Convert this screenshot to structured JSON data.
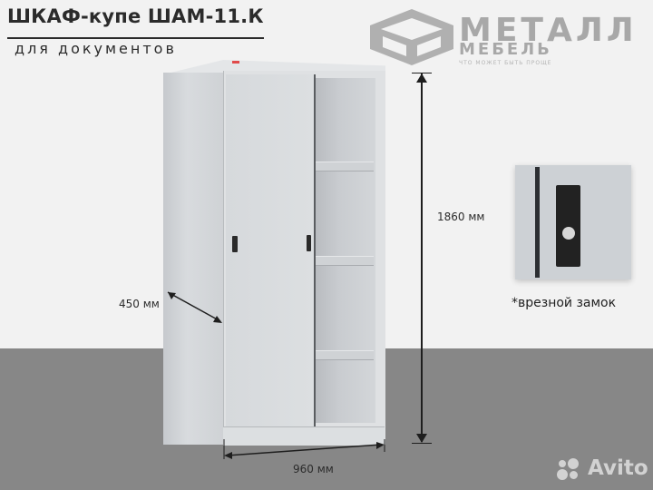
{
  "header": {
    "title": "ШКАФ-купе ШАМ-11.К",
    "subtitle": "для документов"
  },
  "logo": {
    "brand_main": "МЕТАЛЛ",
    "brand_sub": "МЕБЕЛЬ",
    "tagline": "ЧТО МОЖЕТ БЫТЬ ПРОЩЕ"
  },
  "dimensions": {
    "height": "1860 мм",
    "width": "960 мм",
    "depth": "450 мм"
  },
  "lock_inset": {
    "caption": "*врезной замок"
  },
  "watermark": {
    "text": "Avito"
  },
  "colors": {
    "background": "#f2f2f2",
    "floor": "#878787",
    "cabinet": "#dcdfe1",
    "text": "#2b2b2b",
    "logo": "#a8a8a8"
  }
}
